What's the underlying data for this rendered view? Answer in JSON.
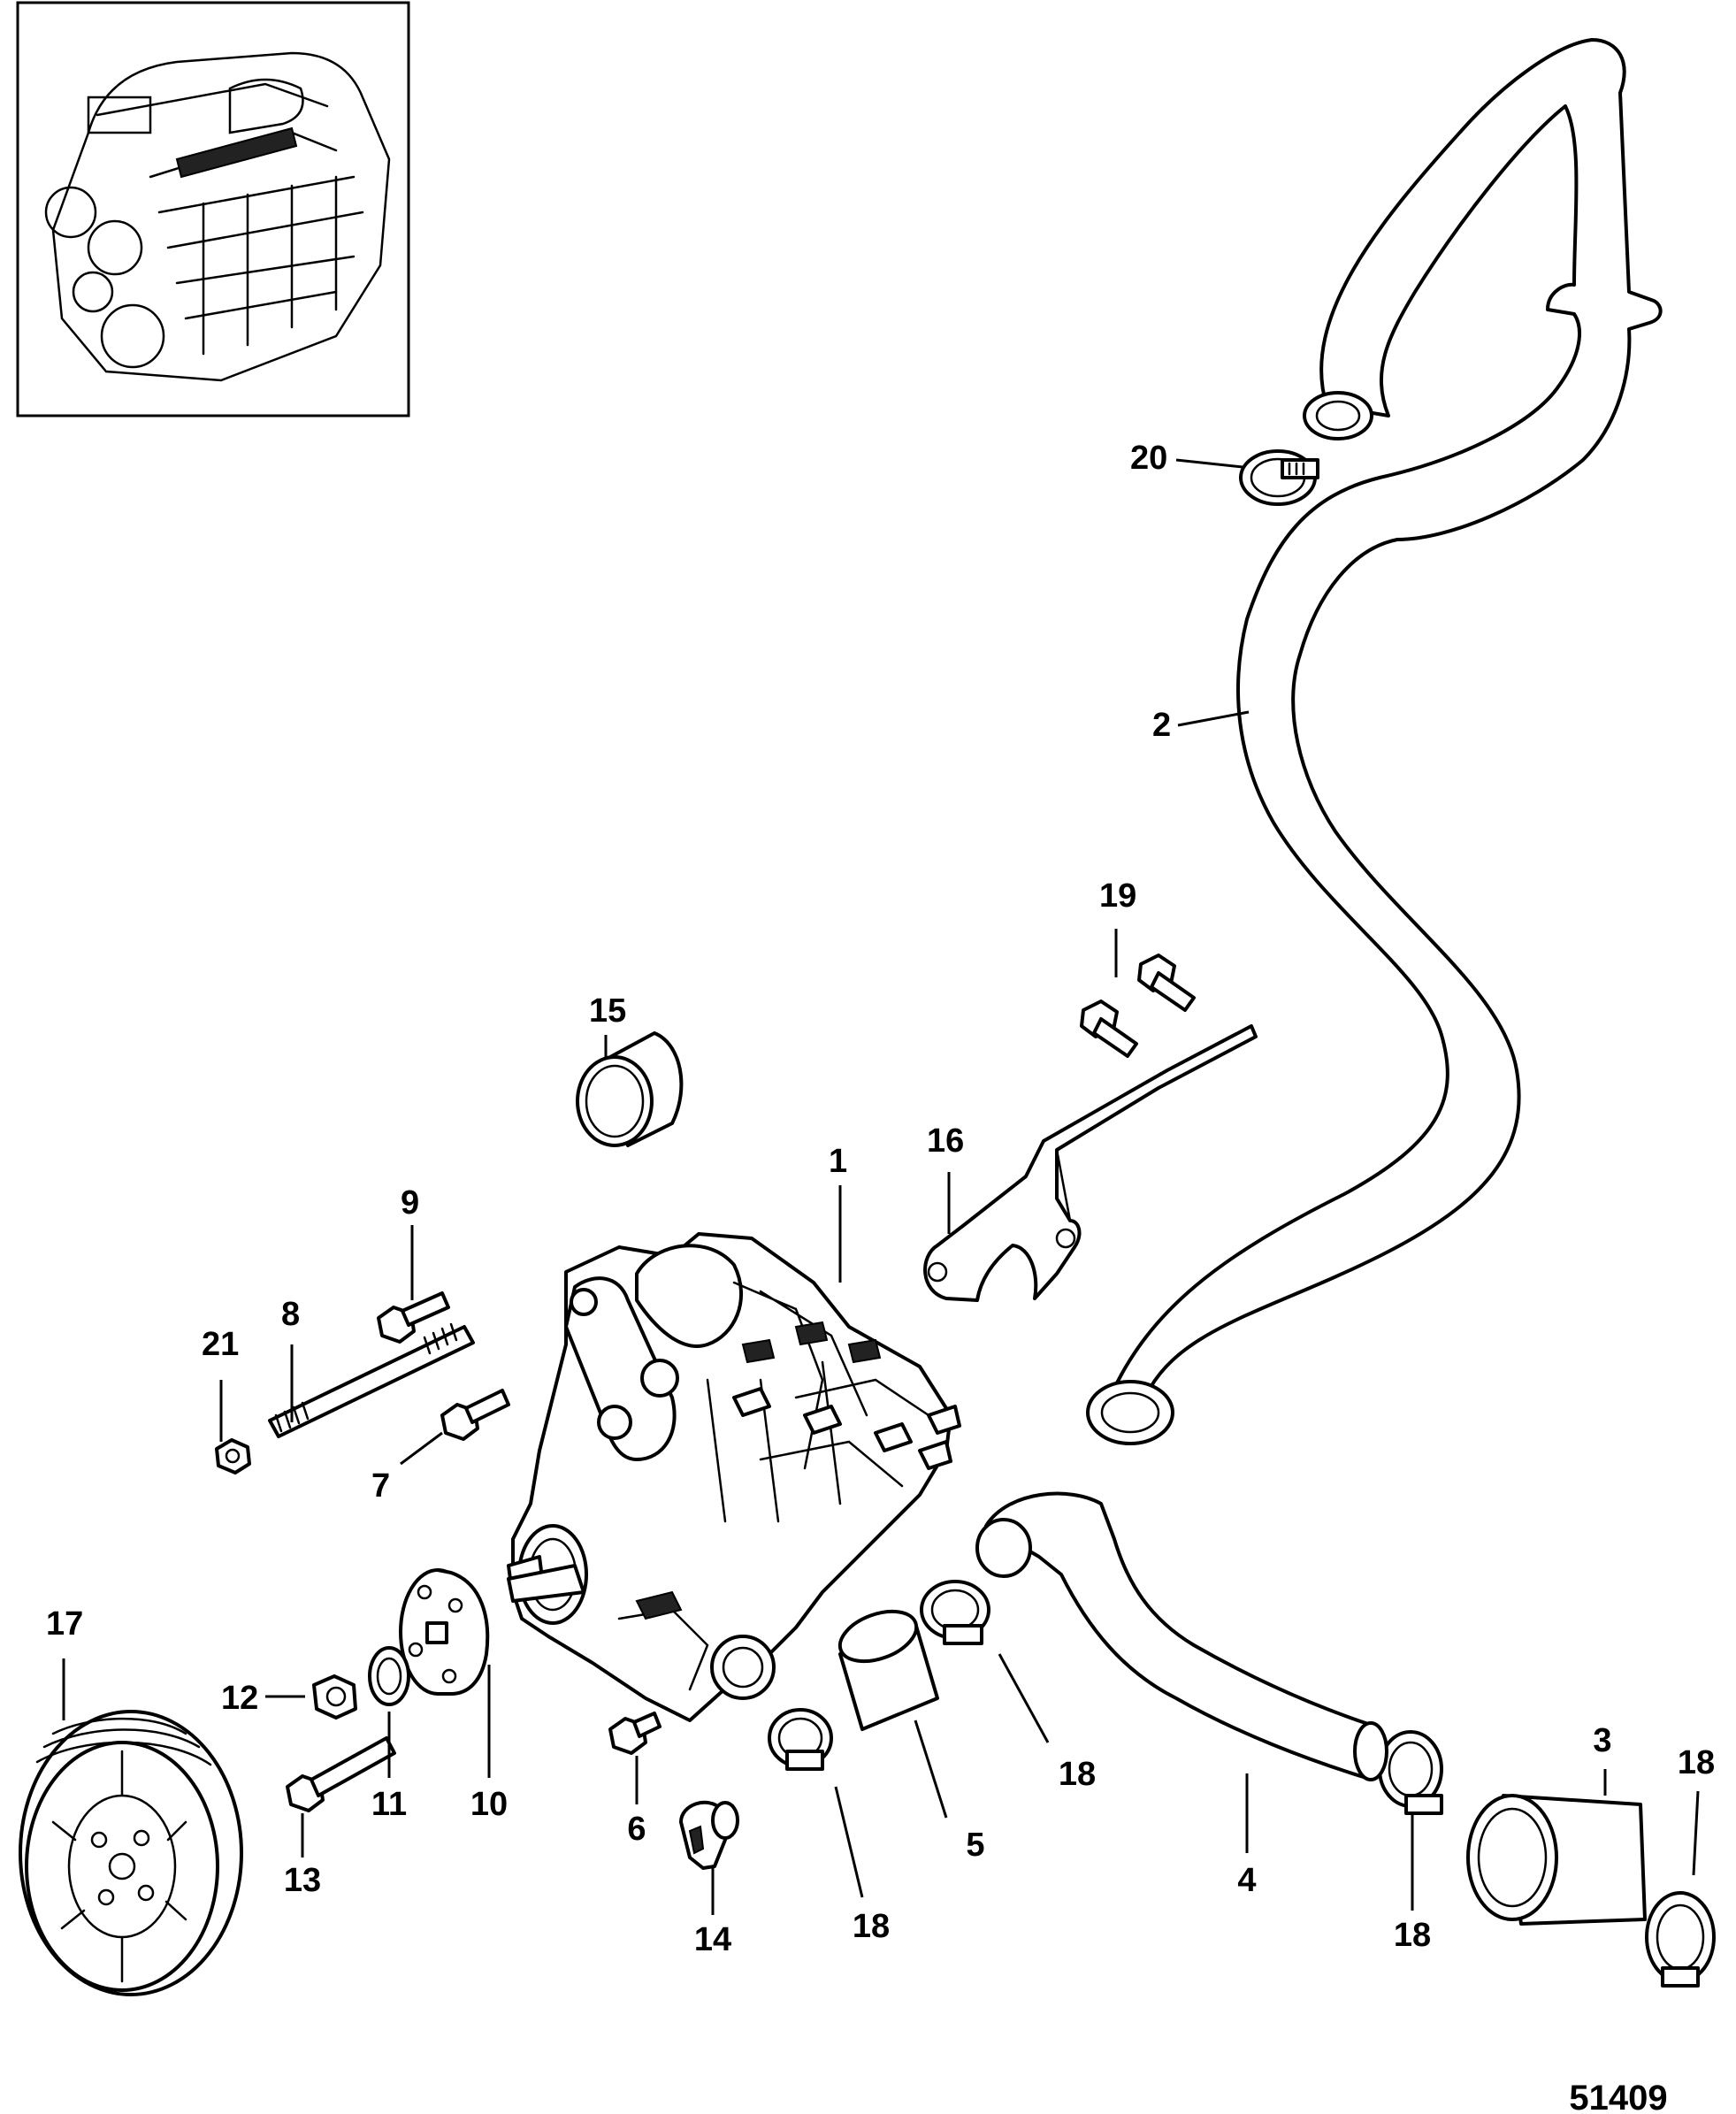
{
  "callouts": [
    {
      "id": "c1",
      "label": "1"
    },
    {
      "id": "c2",
      "label": "2"
    },
    {
      "id": "c3",
      "label": "3"
    },
    {
      "id": "c4",
      "label": "4"
    },
    {
      "id": "c5",
      "label": "5"
    },
    {
      "id": "c6",
      "label": "6"
    },
    {
      "id": "c7",
      "label": "7"
    },
    {
      "id": "c8",
      "label": "8"
    },
    {
      "id": "c9",
      "label": "9"
    },
    {
      "id": "c10",
      "label": "10"
    },
    {
      "id": "c11",
      "label": "11"
    },
    {
      "id": "c12",
      "label": "12"
    },
    {
      "id": "c13",
      "label": "13"
    },
    {
      "id": "c14",
      "label": "14"
    },
    {
      "id": "c15",
      "label": "15"
    },
    {
      "id": "c16",
      "label": "16"
    },
    {
      "id": "c17",
      "label": "17"
    },
    {
      "id": "c18a",
      "label": "18"
    },
    {
      "id": "c18b",
      "label": "18"
    },
    {
      "id": "c18c",
      "label": "18"
    },
    {
      "id": "c18d",
      "label": "18"
    },
    {
      "id": "c19",
      "label": "19"
    },
    {
      "id": "c20",
      "label": "20"
    },
    {
      "id": "c21",
      "label": "21"
    }
  ],
  "figure_number": "51409"
}
